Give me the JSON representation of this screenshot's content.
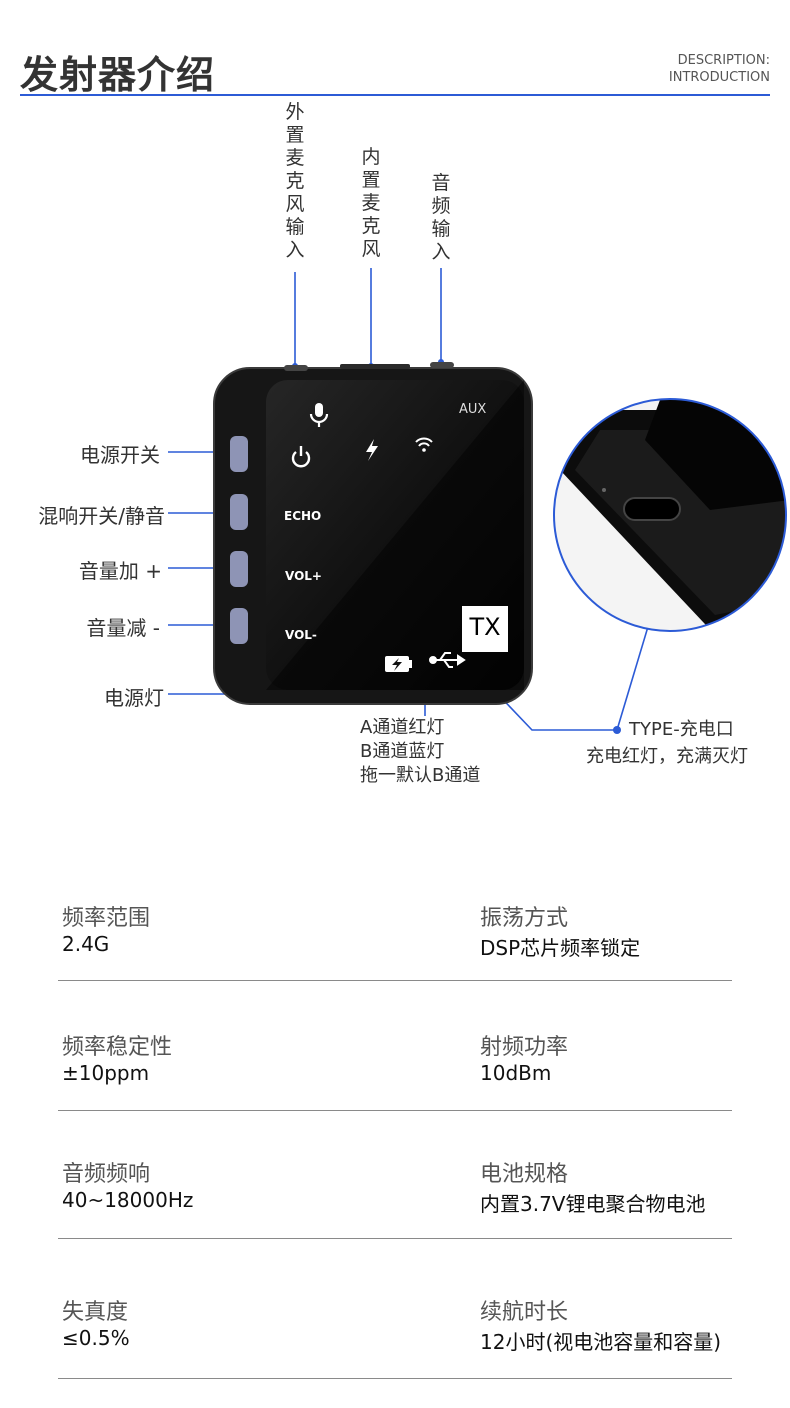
{
  "header": {
    "title": "发射器介绍",
    "subtitle_line1": "DESCRIPTION:",
    "subtitle_line2": "INTRODUCTION"
  },
  "top_callouts": [
    {
      "chars": [
        "外",
        "置",
        "麦",
        "克",
        "风",
        "输",
        "入"
      ]
    },
    {
      "chars": [
        "内",
        "置",
        "麦",
        "克",
        "风"
      ]
    },
    {
      "chars": [
        "音",
        "频",
        "输",
        "入"
      ]
    }
  ],
  "left_callouts": {
    "power_switch": "电源开关",
    "echo_mute": "混响开关/静音",
    "vol_up": "音量加 +",
    "vol_down": "音量减 -",
    "power_light": "电源灯"
  },
  "device": {
    "aux_label": "AUX",
    "echo_label": "ECHO",
    "vol_plus_label": "VOL+",
    "vol_minus_label": "VOL-",
    "tx_label": "TX"
  },
  "bottom_notes": {
    "channel_lines": [
      "A通道红灯",
      "B通道蓝灯",
      "拖一默认B通道"
    ],
    "type_c_title": "TYPE-充电口",
    "type_c_desc": "充电红灯，充满灭灯"
  },
  "colors": {
    "accent": "#2c5bd6",
    "device_body": "#121212",
    "button": "#8e94b5"
  },
  "specs": [
    {
      "left_label": "频率范围",
      "left_value": "2.4G",
      "right_label": "振荡方式",
      "right_value": "DSP芯片频率锁定"
    },
    {
      "left_label": "频率稳定性",
      "left_value": "±10ppm",
      "right_label": "射频功率",
      "right_value": "10dBm"
    },
    {
      "left_label": "音频频响",
      "left_value": "40~18000Hz",
      "right_label": "电池规格",
      "right_value": "内置3.7V锂电聚合物电池"
    },
    {
      "left_label": "失真度",
      "left_value": "≤0.5%",
      "right_label": "续航时长",
      "right_value": "12小时(视电池容量和容量)"
    }
  ]
}
